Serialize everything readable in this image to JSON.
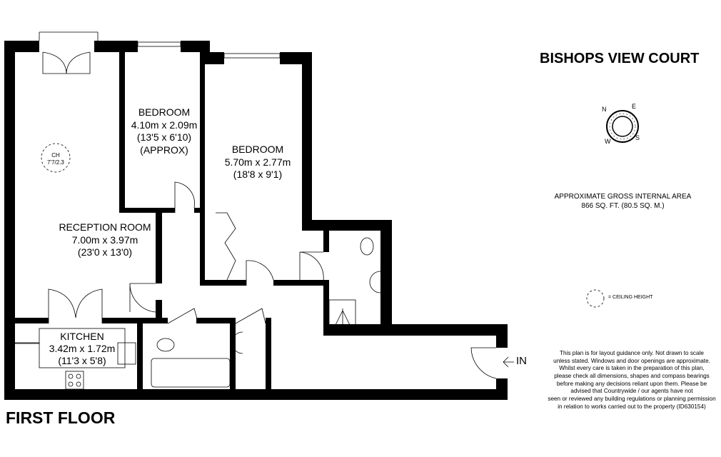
{
  "property_name": "BISHOPS VIEW COURT",
  "floor_label": "FIRST FLOOR",
  "rooms": [
    {
      "name": "RECEPTION ROOM",
      "metric": "7.00m x 3.97m",
      "imperial": "(23'0 x 13'0)"
    },
    {
      "name": "BEDROOM",
      "metric": "4.10m x 2.09m",
      "imperial": "(13'5 x 6'10)",
      "note": "(APPROX)"
    },
    {
      "name": "BEDROOM",
      "metric": "5.70m x 2.77m",
      "imperial": "(18'8 x 9'1)"
    },
    {
      "name": "KITCHEN",
      "metric": "3.42m x 1.72m",
      "imperial": "(11'3 x 5'8)"
    }
  ],
  "ceiling_marker": {
    "label": "CH",
    "value": "7'7/2.3"
  },
  "entrance_label": "IN",
  "compass": {
    "n": "N",
    "e": "E",
    "s": "S",
    "w": "W"
  },
  "area": {
    "line1": "APPROXIMATE GROSS INTERNAL AREA",
    "line2": "866 SQ. FT. (80.5 SQ. M.)"
  },
  "legend": {
    "ceiling_height": "= CEILING HEIGHT"
  },
  "disclaimer": [
    "This plan is for layout guidance only. Not drawn to scale",
    "unless stated. Windows and door openings are approximate.",
    "Whilst every care is taken in the preparation of this plan,",
    "please check all dimensions, shapes and compass bearings",
    "before making any decisions reliant upon them. Please be",
    "advised that Countrywide / our agents have not",
    "seen or reviewed any building regulations or planning permission",
    "in relation to works carried out to the property (ID630154)"
  ]
}
